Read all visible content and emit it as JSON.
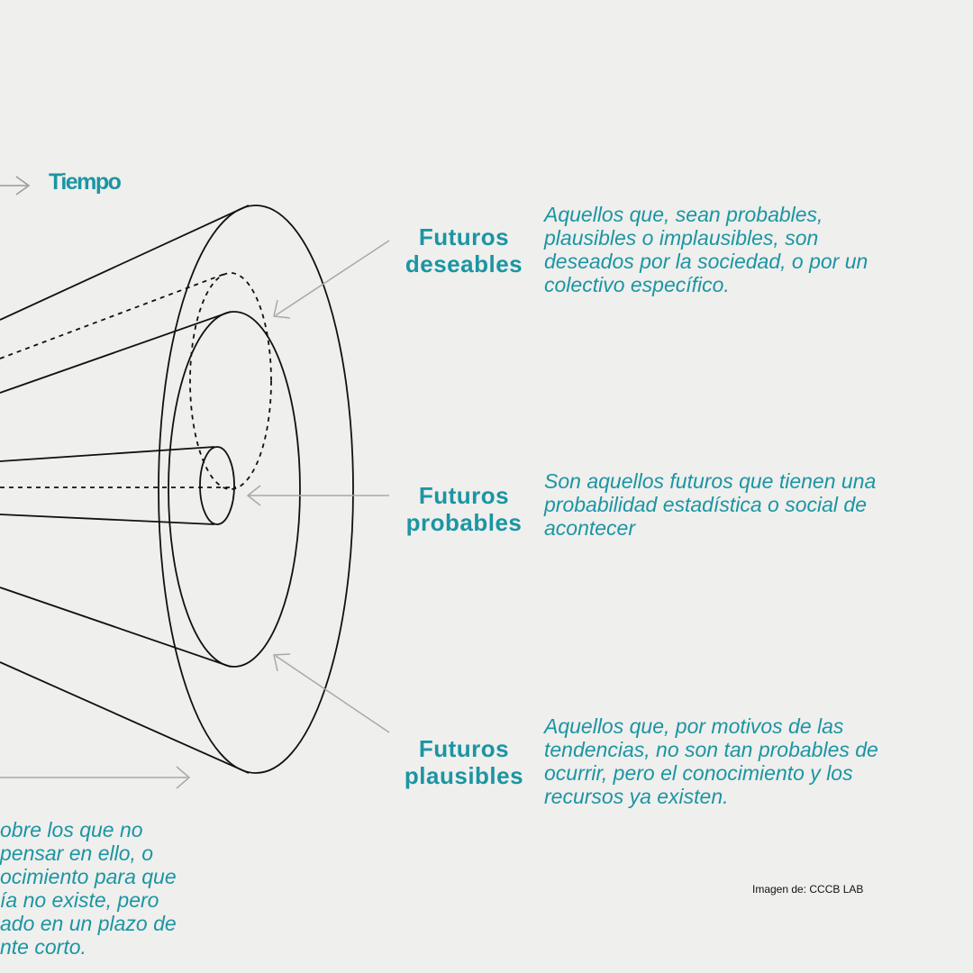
{
  "tiempo_label": "Tiempo",
  "futuros": [
    {
      "label_lines": [
        "Futuros",
        "deseables"
      ],
      "description_lines": [
        "Aquellos que, sean probables,",
        "plausibles o implausibles, son",
        "deseados por la sociedad, o por un",
        "colectivo específico."
      ]
    },
    {
      "label_lines": [
        "Futuros",
        "probables"
      ],
      "description_lines": [
        "Son aquellos futuros que tienen una",
        "probabilidad estadística o social de",
        "acontecer"
      ]
    },
    {
      "label_lines": [
        "Futuros",
        "plausibles"
      ],
      "description_lines": [
        "Aquellos que, por motivos de las",
        "tendencias, no son tan probables de",
        "ocurrir, pero el conocimiento y los",
        "recursos ya existen."
      ]
    }
  ],
  "posibles_description_lines": [
    "obre los que no",
    "pensar en ello, o",
    "ocimiento para que",
    "ía no existe, pero",
    "ado en un plazo de",
    "nte corto."
  ],
  "credit": "Imagen de: CCCB LAB",
  "colors": {
    "accent": "#1b95a3",
    "stroke": "#111111",
    "arrow": "#a8a8a8"
  }
}
